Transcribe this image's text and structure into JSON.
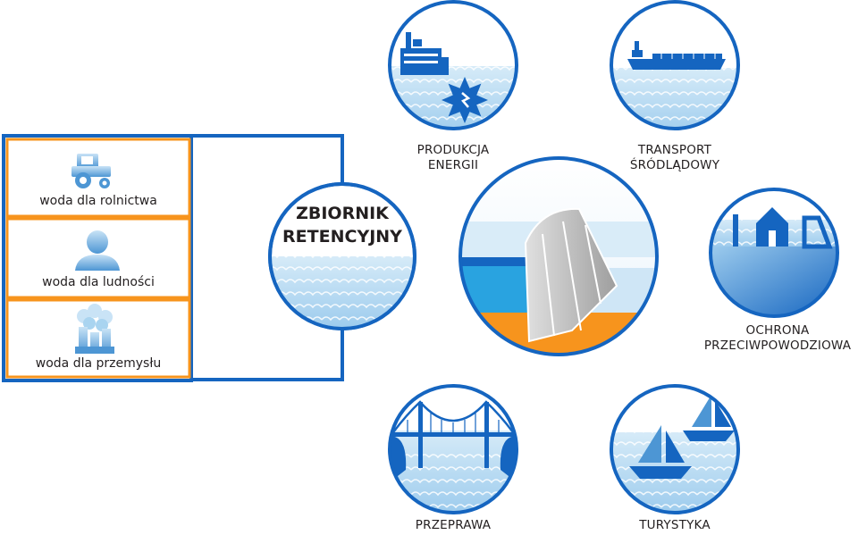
{
  "colors": {
    "blue": "#1565c0",
    "light_blue": "#a9d4f0",
    "water_blue": "#c8e3f5",
    "orange": "#f7941d",
    "grey": "#9e9e9e"
  },
  "uses": [
    {
      "label": "woda dla rolnictwa",
      "icon": "tractor-icon"
    },
    {
      "label": "woda dla ludności",
      "icon": "person-icon"
    },
    {
      "label": "woda dla przemysłu",
      "icon": "factory-icon"
    }
  ],
  "center": {
    "title_line1": "ZBIORNIK",
    "title_line2": "RETENCYJNY"
  },
  "functions": {
    "energy": {
      "line1": "PRODUKCJA",
      "line2": "ENERGII",
      "icon": "turbine-icon"
    },
    "transport": {
      "line1": "TRANSPORT",
      "line2": "ŚRÓDLĄDOWY",
      "icon": "barge-icon"
    },
    "flood": {
      "line1": "OCHRONA",
      "line2": "PRZECIWPOWODZIOWA",
      "icon": "house-icon"
    },
    "crossing": {
      "line1": "PRZEPRAWA",
      "icon": "bridge-icon"
    },
    "tourism": {
      "line1": "TURYSTYKA",
      "icon": "sailboat-icon"
    },
    "dam": {
      "icon": "dam-icon"
    }
  }
}
